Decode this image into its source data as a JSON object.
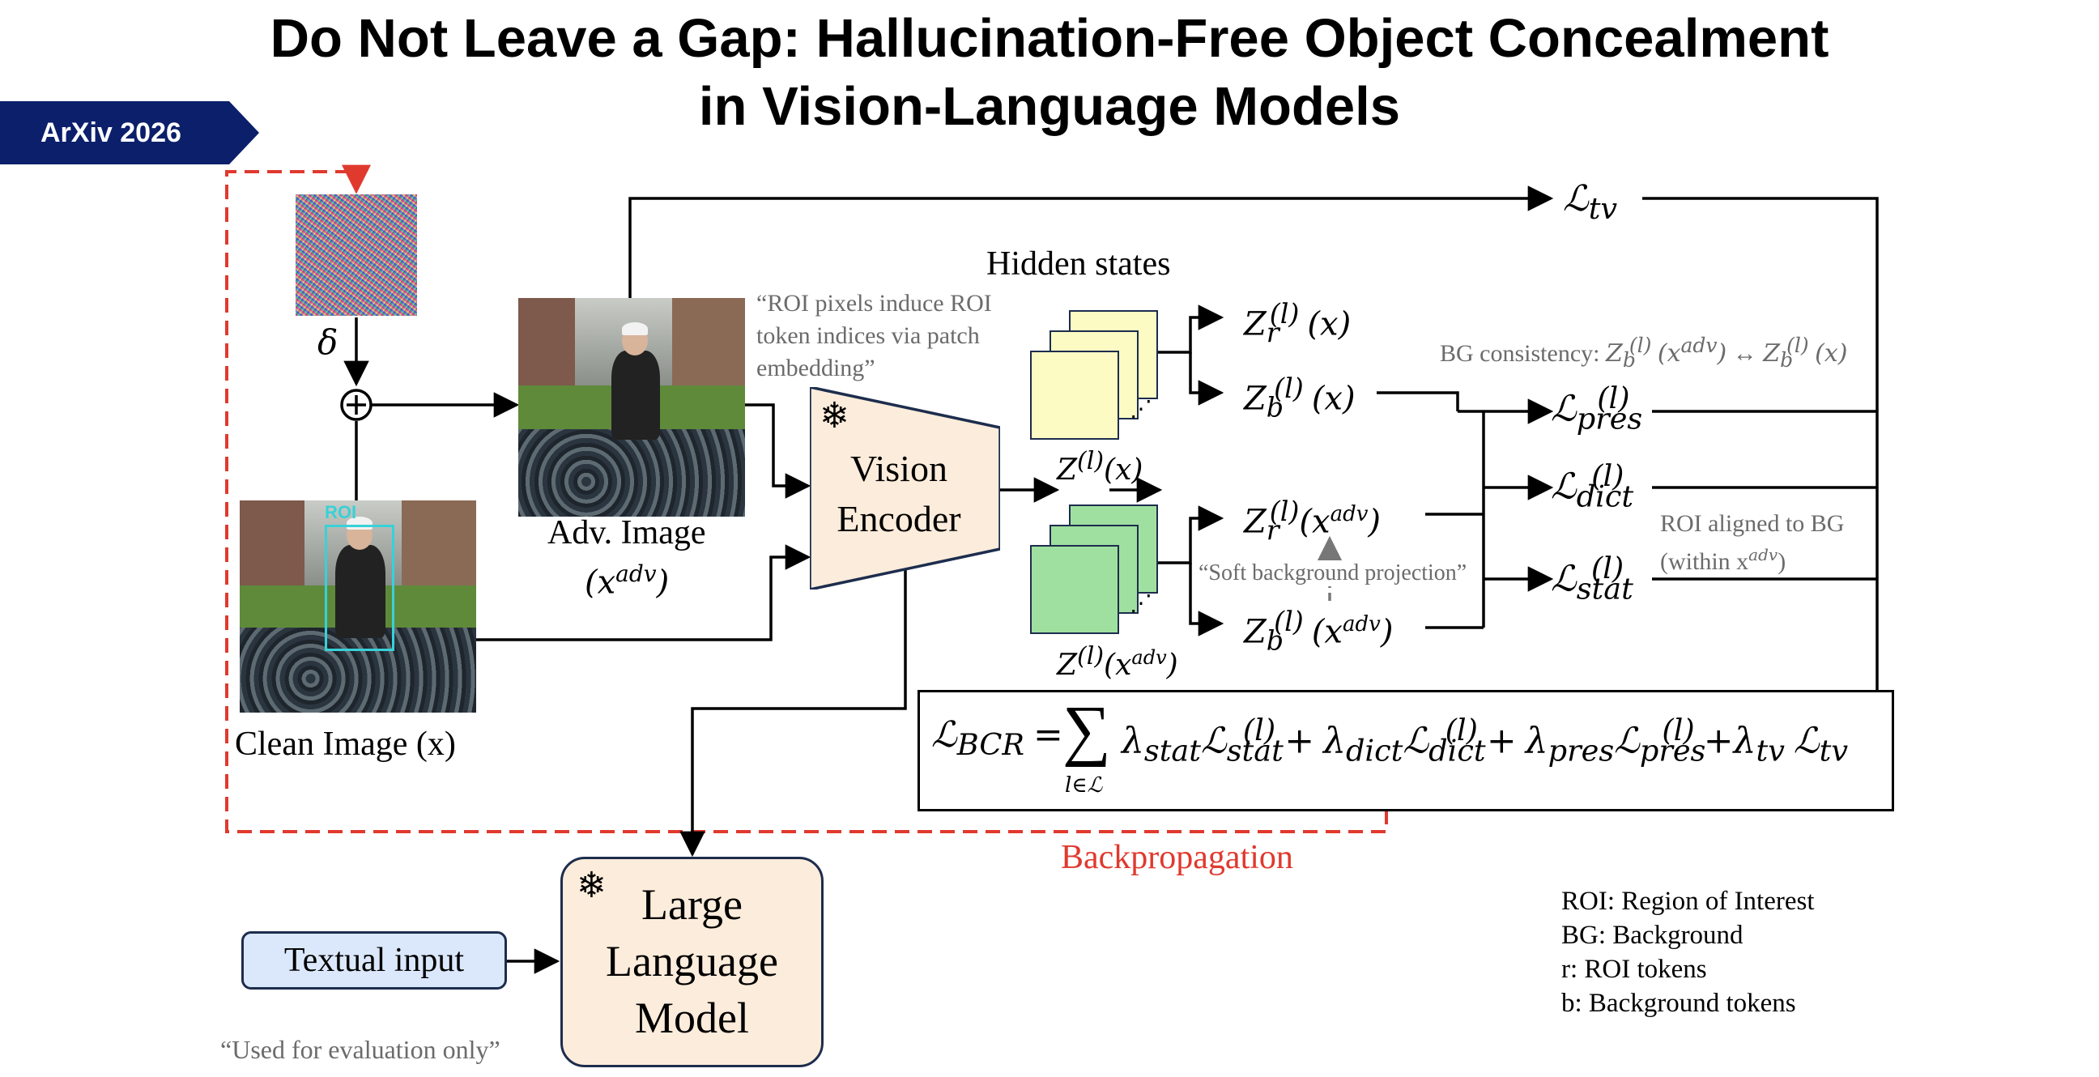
{
  "title_line1": "Do Not Leave a Gap: Hallucination-Free Object Concealment",
  "title_line2": "in Vision-Language Models",
  "badge": "ArXiv 2026",
  "delta": "δ",
  "clean_image": {
    "label": "Clean Image (x)",
    "roi_label": "ROI"
  },
  "adv_image": {
    "label": "Adv. Image",
    "math": "(x"
  },
  "adv_sup": "adv",
  "paren_close": ")",
  "roi_quote": [
    "“ROI pixels induce ROI",
    "token indices via patch",
    "embedding”"
  ],
  "vision_encoder": [
    "Vision",
    "Encoder"
  ],
  "snowflake": "❄",
  "hidden_states": "Hidden states",
  "ellipsis": "⋰",
  "z_clean_caption": "Z",
  "z_clean_arg": "(x)",
  "z_adv_arg": "(x",
  "l_sup": "(l)",
  "sub_r": "r",
  "sub_b": "b",
  "arg_x": "(x)",
  "arg_xadv": "(x",
  "soft_bg": "“Soft background projection”",
  "bg_consistency": "BG consistency:",
  "double_arrow": "↔",
  "roi_aligned": [
    "ROI aligned to BG",
    "(within x"
  ],
  "loss_tv": "tv",
  "loss_pres": "pres",
  "loss_dict": "dict",
  "loss_stat": "stat",
  "script_L": "ℒ",
  "bcr": {
    "lhs_sub": "BCR",
    "eq": "=",
    "sum": "∑",
    "sum_under": "l∈ℒ",
    "lambda": "λ",
    "plus": "+"
  },
  "backprop": "Backpropagation",
  "llm": [
    "Large",
    "Language",
    "Model"
  ],
  "textual_input": "Textual input",
  "eval_only": "“Used for evaluation only”",
  "legend": [
    "ROI: Region of Interest",
    "BG: Background",
    "r: ROI tokens",
    "b: Background tokens"
  ],
  "colors": {
    "badge": "#0b1f6b",
    "backprop": "#e0392e",
    "encoder_fill": "#fcecdb",
    "clean_feature": "#fbfbc3",
    "adv_feature": "#9fe0a0",
    "text_input_fill": "#dbe8fb",
    "roi_box": "#38d1d8"
  }
}
